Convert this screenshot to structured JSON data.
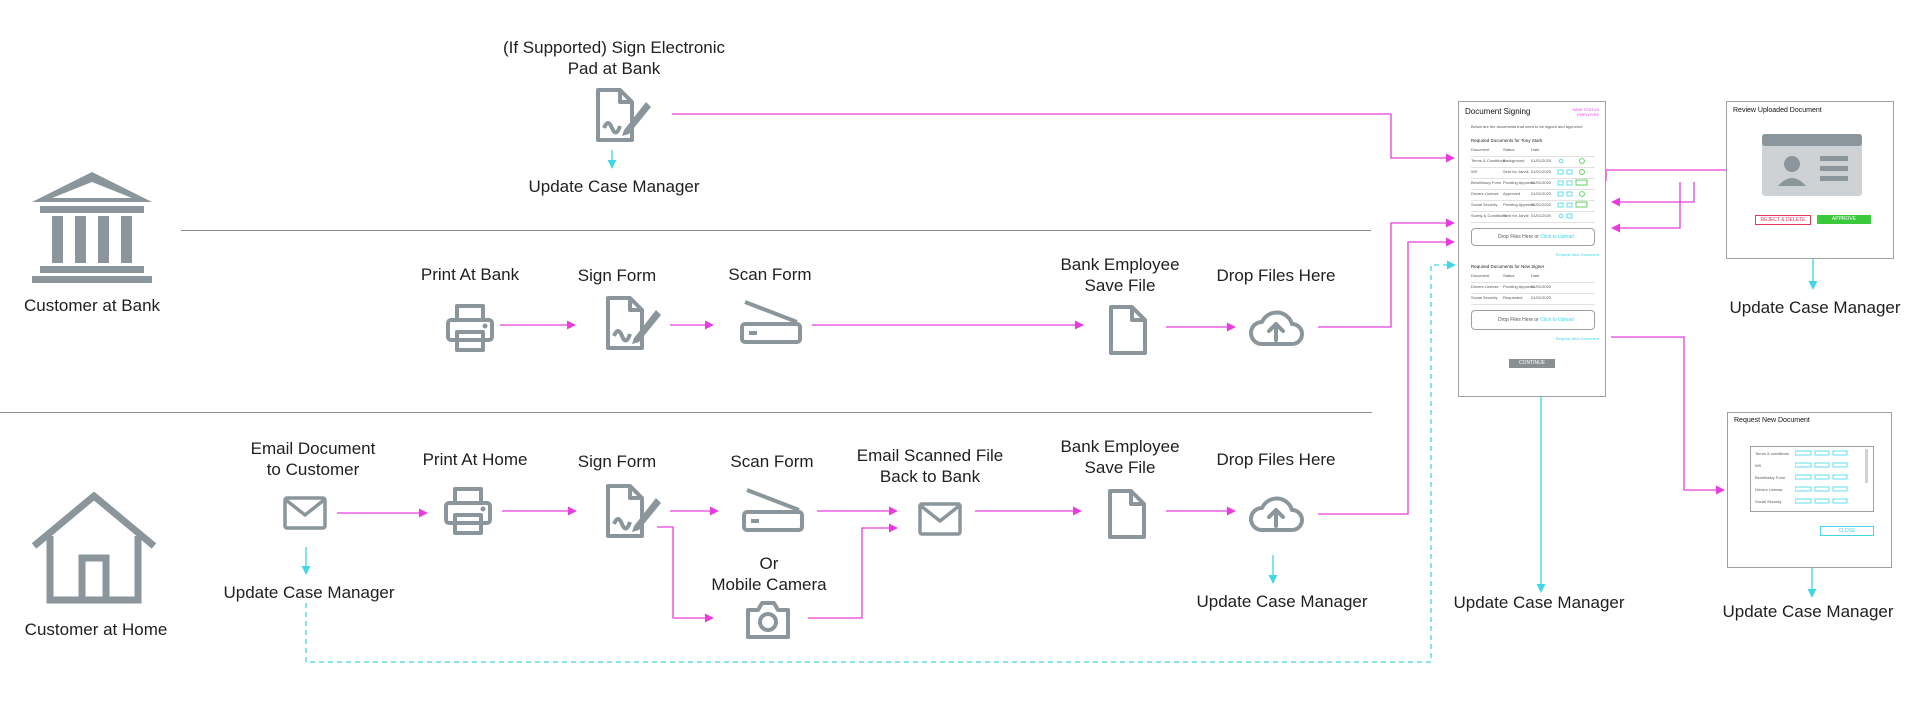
{
  "actors": {
    "bank": "Customer at Bank",
    "home": "Customer at Home"
  },
  "top_lane": {
    "sign_pad": "(If Supported) Sign Electronic\nPad at Bank",
    "update": "Update Case Manager"
  },
  "bank_lane": {
    "print": "Print At Bank",
    "sign": "Sign Form",
    "scan": "Scan Form",
    "save": "Bank Employee\nSave File",
    "drop": "Drop Files Here"
  },
  "home_lane": {
    "email": "Email Document\nto Customer",
    "email_update": "Update Case Manager",
    "print": "Print At Home",
    "sign": "Sign Form",
    "scan": "Scan Form",
    "or_camera": "Or\nMobile Camera",
    "email_back": "Email Scanned File\nBack to Bank",
    "save": "Bank Employee\nSave File",
    "drop": "Drop Files Here",
    "drop_update": "Update Case Manager"
  },
  "doc_signing": {
    "title": "Document Signing",
    "status": "SAVE STATUS\nEMPLOYEE",
    "intro": "Below are the documents that need to be signed and approved",
    "section1": "Required Documents for Tony Stark",
    "cols": [
      "Document",
      "Status",
      "Date"
    ],
    "rows1": [
      [
        "Terms & Conditions",
        "Background",
        "01/01/2020"
      ],
      [
        "W9",
        "Sent for Jarvik",
        "01/01/2020"
      ],
      [
        "Beneficiary Form",
        "Pending Approval",
        "01/01/2020"
      ],
      [
        "Drivers License",
        "Approved",
        "01/01/2020"
      ],
      [
        "Social Security",
        "Pending Approval",
        "01/01/2020"
      ],
      [
        "Surety & Conditions",
        "Sent for Jarvik",
        "01/01/2020"
      ]
    ],
    "drop": "Drop Files Here or",
    "drop_link": "Click to Upload",
    "request_link": "Request New Document",
    "section2": "Required Documents for New Signer",
    "rows2": [
      [
        "Drivers License",
        "Pending Approval",
        "01/01/2020"
      ],
      [
        "Social Security",
        "Requested",
        "01/01/2020"
      ]
    ],
    "continue": "CONTINUE",
    "update": "Update Case Manager"
  },
  "review": {
    "title": "Review Uploaded Document",
    "reject": "REJECT & DELETE",
    "approve": "APPROVE",
    "update": "Update Case Manager"
  },
  "request": {
    "title": "Request New Document",
    "items": [
      "Terms & conditions",
      "W9",
      "Beneficiary Form",
      "Drivers License",
      "Social Security"
    ],
    "close": "CLOSE",
    "update": "Update Case Manager"
  },
  "colors": {
    "icon": "#8a969b",
    "magenta": "#e83cde",
    "cyan": "#3fd6e6",
    "divider": "#8a8f92",
    "approve": "#3ac93a",
    "reject": "#e33a5a"
  }
}
